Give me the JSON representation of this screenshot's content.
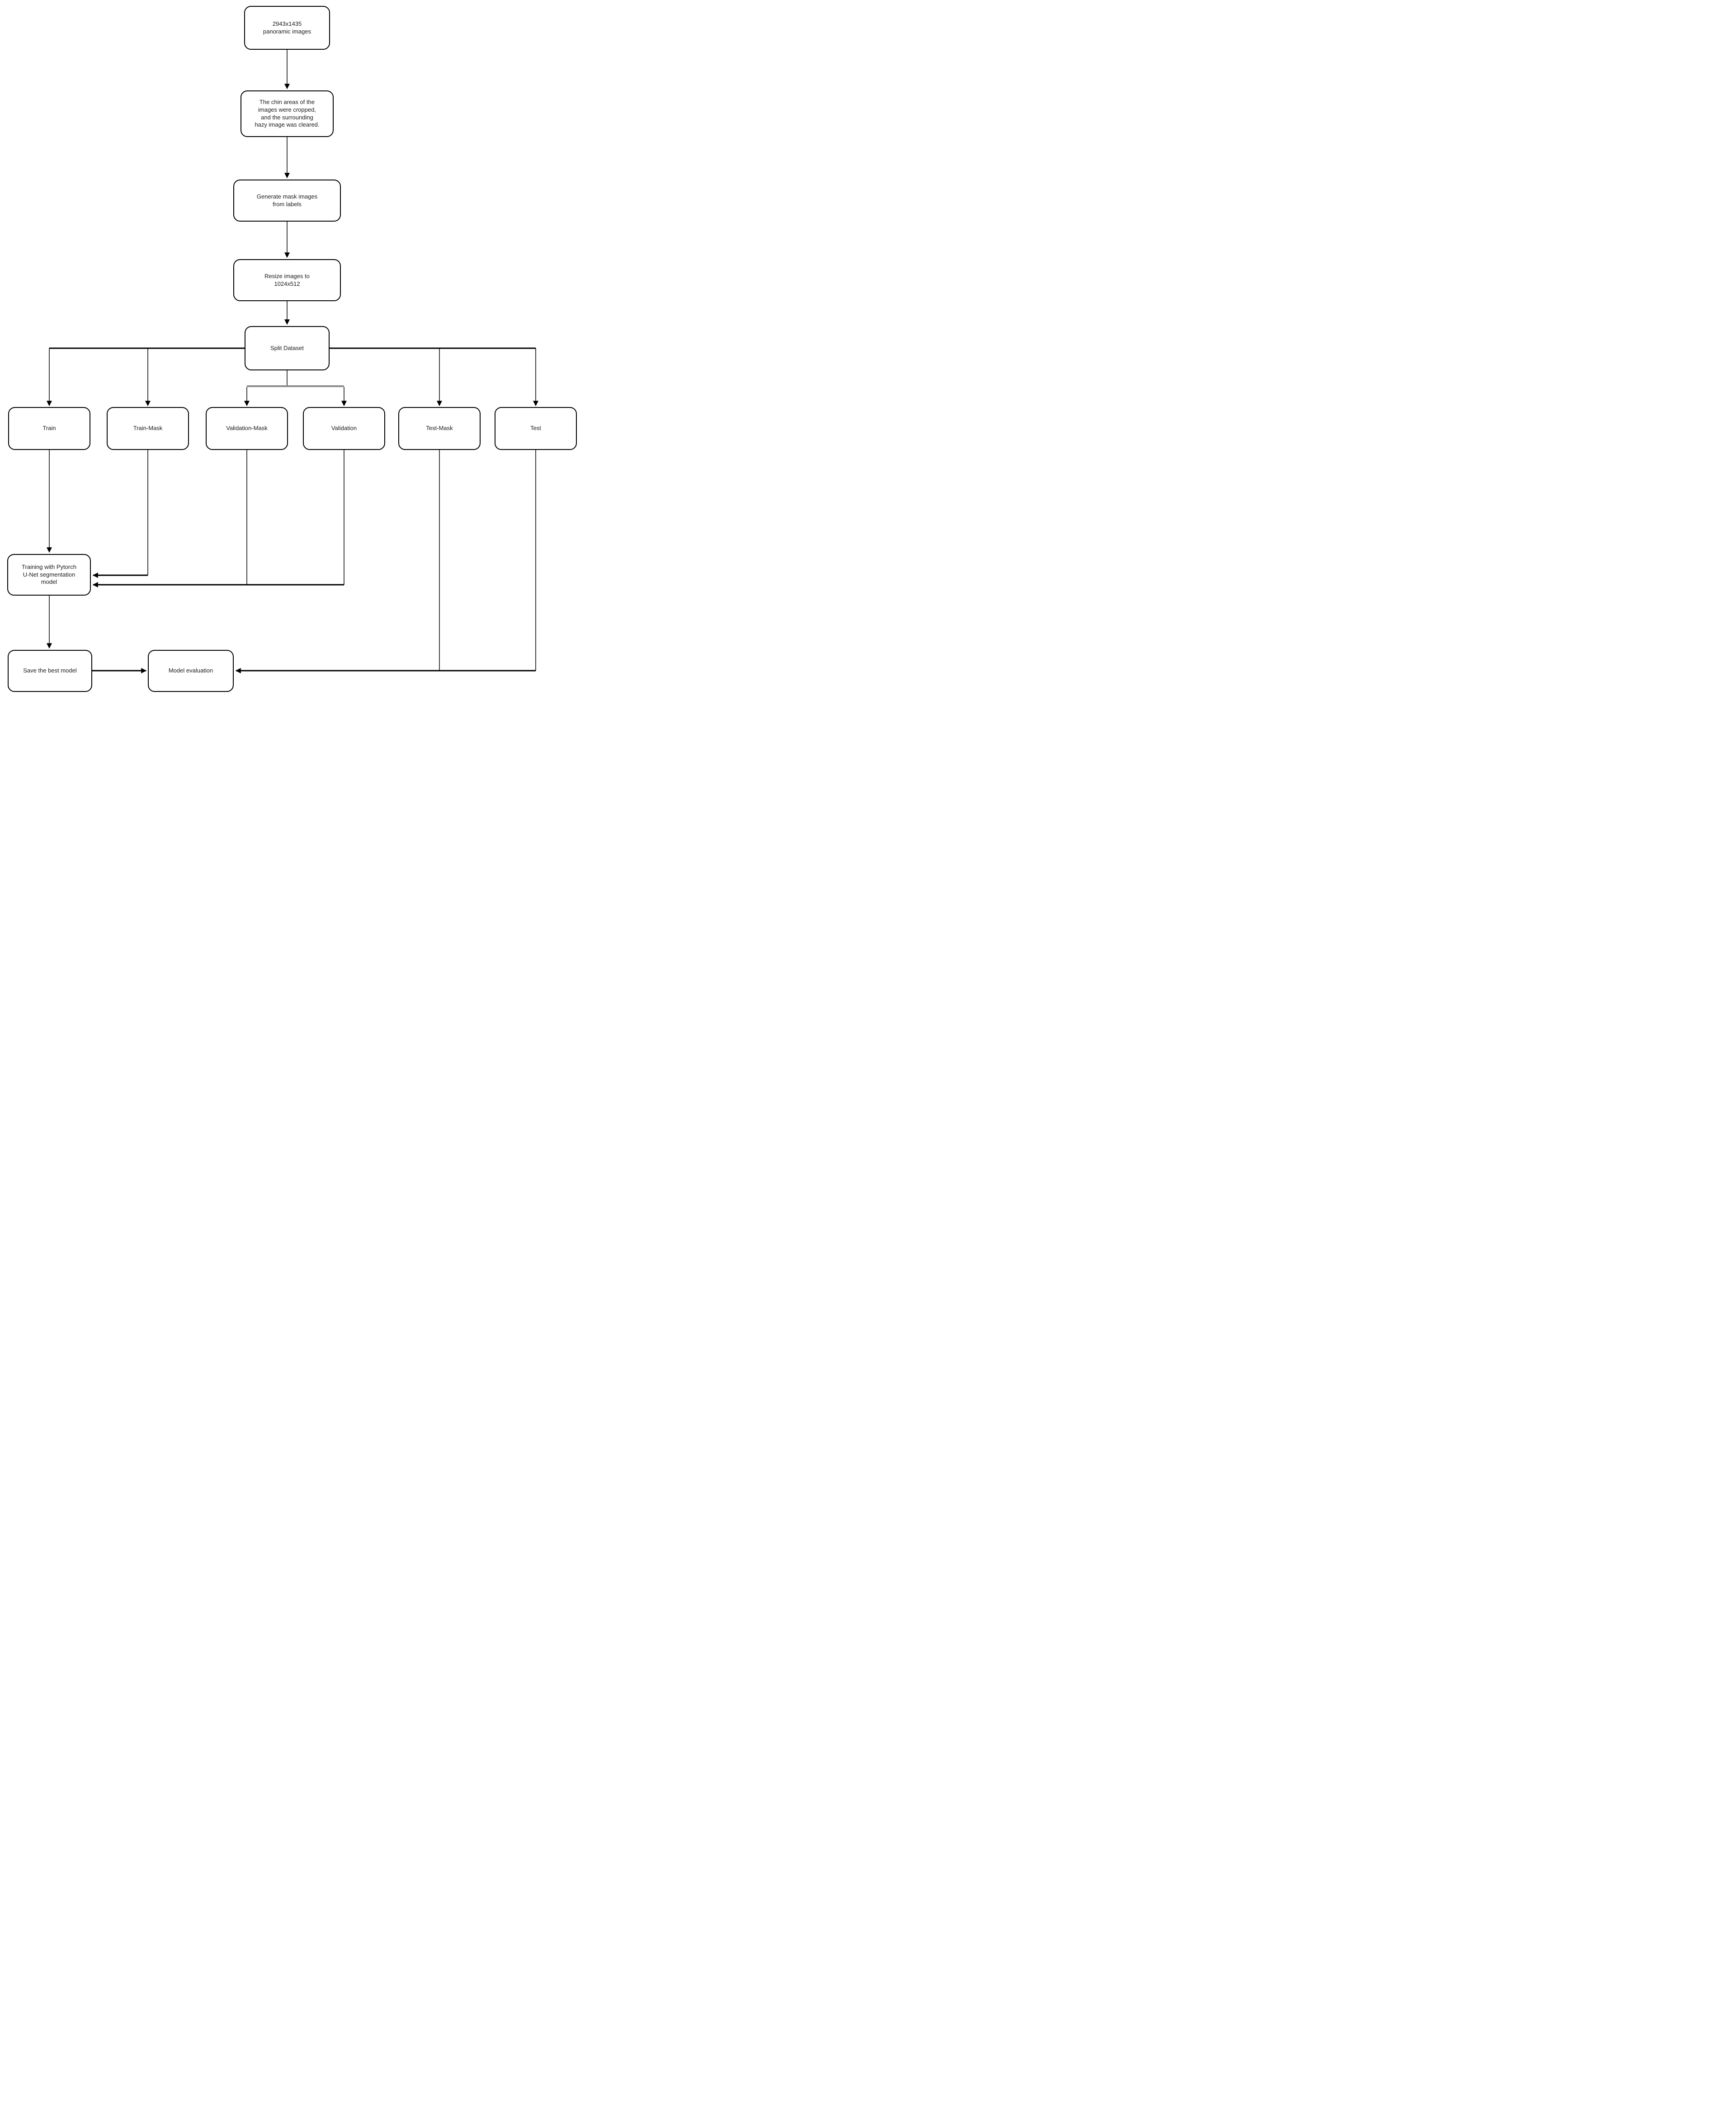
{
  "diagram": {
    "title": "U-Net panoramic image segmentation training pipeline flowchart",
    "colors": {
      "background": "#ffffff",
      "box_border": "#000000",
      "box_fill": "#ffffff",
      "text": "#1a1a1a",
      "line": "#000000",
      "split_bar": "#8c8c8c"
    },
    "nodes": [
      {
        "id": "panoramic",
        "label": "2943x1435\npanoramic images"
      },
      {
        "id": "crop-chin",
        "label": "The chin areas of the\nimages were cropped,\nand the surrounding\nhazy image was cleared."
      },
      {
        "id": "generate-mask",
        "label": "Generate mask images\nfrom labels"
      },
      {
        "id": "resize",
        "label": "Resize images to\n1024x512"
      },
      {
        "id": "split",
        "label": "Split Dataset"
      },
      {
        "id": "train",
        "label": "Train"
      },
      {
        "id": "train-mask",
        "label": "Train-Mask"
      },
      {
        "id": "validation-mask",
        "label": "Validation-Mask"
      },
      {
        "id": "validation",
        "label": "Validation"
      },
      {
        "id": "test-mask",
        "label": "Test-Mask"
      },
      {
        "id": "test",
        "label": "Test"
      },
      {
        "id": "training-model",
        "label": "Training with Pytorch\nU-Net segmentation\nmodel"
      },
      {
        "id": "save-model",
        "label": "Save the best model"
      },
      {
        "id": "model-eval",
        "label": "Model evaluation"
      }
    ],
    "edges": [
      {
        "from": "panoramic",
        "to": "crop-chin"
      },
      {
        "from": "crop-chin",
        "to": "generate-mask"
      },
      {
        "from": "generate-mask",
        "to": "resize"
      },
      {
        "from": "resize",
        "to": "split"
      },
      {
        "from": "split",
        "to": "train"
      },
      {
        "from": "split",
        "to": "train-mask"
      },
      {
        "from": "split",
        "to": "validation-mask"
      },
      {
        "from": "split",
        "to": "validation"
      },
      {
        "from": "split",
        "to": "test-mask"
      },
      {
        "from": "split",
        "to": "test"
      },
      {
        "from": "train",
        "to": "training-model"
      },
      {
        "from": "train-mask",
        "to": "training-model"
      },
      {
        "from": "validation-mask",
        "to": "training-model"
      },
      {
        "from": "validation",
        "to": "training-model"
      },
      {
        "from": "training-model",
        "to": "save-model"
      },
      {
        "from": "save-model",
        "to": "model-eval"
      },
      {
        "from": "test-mask",
        "to": "model-eval"
      },
      {
        "from": "test",
        "to": "model-eval"
      }
    ]
  }
}
